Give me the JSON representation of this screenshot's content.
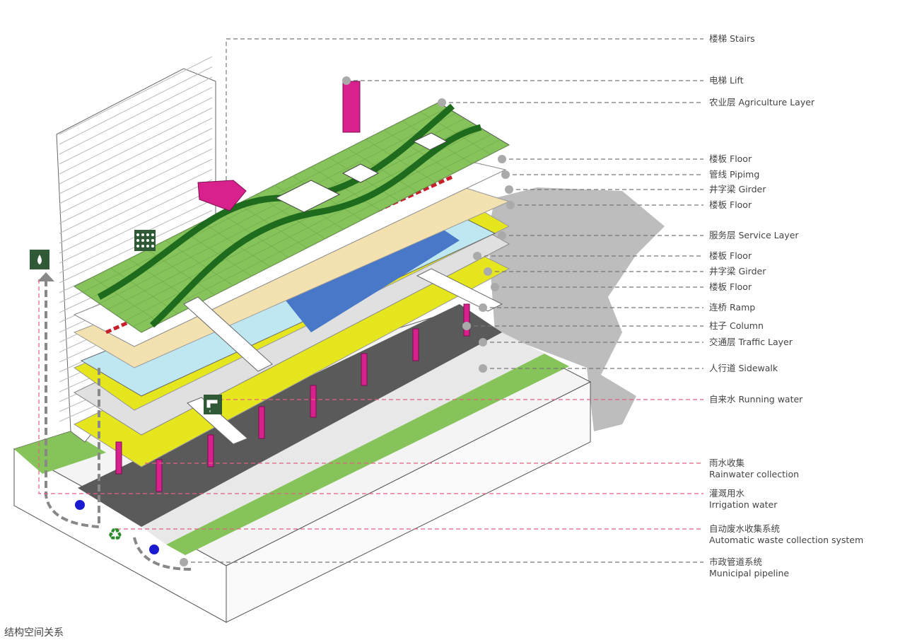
{
  "labels": [
    {
      "zh": "楼梯",
      "en": "Stairs",
      "kind": "gray"
    },
    {
      "zh": "电梯",
      "en": "Lift",
      "kind": "gray"
    },
    {
      "zh": "农业层",
      "en": "Agriculture Layer",
      "kind": "gray"
    },
    {
      "zh": "楼板",
      "en": "Floor",
      "kind": "gray"
    },
    {
      "zh": "管线",
      "en": "Pipimg",
      "kind": "gray"
    },
    {
      "zh": "井字梁",
      "en": "Girder",
      "kind": "gray"
    },
    {
      "zh": "楼板",
      "en": "Floor",
      "kind": "gray"
    },
    {
      "zh": "服务层",
      "en": "Service Layer",
      "kind": "gray"
    },
    {
      "zh": "楼板",
      "en": "Floor",
      "kind": "gray"
    },
    {
      "zh": "井字梁",
      "en": "Girder",
      "kind": "gray"
    },
    {
      "zh": "楼板",
      "en": "Floor",
      "kind": "gray"
    },
    {
      "zh": "连桥",
      "en": "Ramp",
      "kind": "gray"
    },
    {
      "zh": "柱子",
      "en": "Column",
      "kind": "gray"
    },
    {
      "zh": "交通层",
      "en": "Traffic Layer",
      "kind": "gray"
    },
    {
      "zh": "人行道",
      "en": "Sidewalk",
      "kind": "gray"
    },
    {
      "zh": "自来水",
      "en": "Running water",
      "kind": "pink"
    },
    {
      "zh": "雨水收集",
      "en": "Rainwater collection",
      "kind": "pink",
      "twoLine": true
    },
    {
      "zh": "灌溉用水",
      "en": "Irrigation water",
      "kind": "pink",
      "twoLine": true
    },
    {
      "zh": "自动废水收集系统",
      "en": "Automatic waste collection system",
      "kind": "pink",
      "twoLine": true
    },
    {
      "zh": "市政管道系统",
      "en": "Municipal pipeline",
      "kind": "gray",
      "twoLine": true
    }
  ],
  "caption": "结构空间关系",
  "icons": [
    "water-drop-icon",
    "rain-icon",
    "faucet-icon",
    "recycle-icon"
  ],
  "colors": {
    "green": "#86c35a",
    "darkGreen": "#1e6b1e",
    "yellow": "#e6e61e",
    "pink": "#d8218c",
    "road": "#5a5a5a",
    "leaderGray": "#777777",
    "leaderPink": "#e0607e",
    "icon": "#2f5a35"
  }
}
